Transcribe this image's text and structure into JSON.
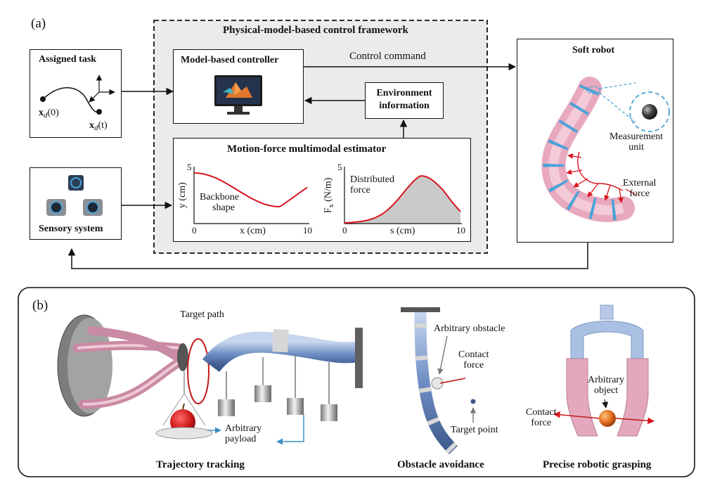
{
  "panel_a": {
    "label": "(a)",
    "framework_title": "Physical-model-based control framework",
    "assigned_task": {
      "title": "Assigned task",
      "start_label": "x",
      "start_sub": "d",
      "start_arg": "(0)",
      "end_label": "x",
      "end_sub": "d",
      "end_arg": "(t)"
    },
    "controller": {
      "title": "Model-based controller"
    },
    "environment": {
      "line1": "Environment",
      "line2": "information"
    },
    "control_command": "Control command",
    "estimator": {
      "title": "Motion-force multimodal estimator",
      "plot_left": {
        "y_label": "y (cm)",
        "x_label": "x (cm)",
        "y_tick_top": "5",
        "x_tick_left": "0",
        "x_tick_right": "10",
        "annotation_line1": "Backbone",
        "annotation_line2": "shape"
      },
      "plot_right": {
        "y_label_main": "F",
        "y_label_sub": "x",
        "y_label_unit": " (N/m)",
        "x_label": "s (cm)",
        "y_tick_top": "5",
        "x_tick_left": "0",
        "x_tick_right": "10",
        "annotation_line1": "Distributed",
        "annotation_line2": "force"
      }
    },
    "sensory": {
      "title": "Sensory system"
    },
    "soft_robot": {
      "title": "Soft robot",
      "measurement_line1": "Measurement",
      "measurement_line2": "unit",
      "external_line1": "External",
      "external_line2": "force"
    }
  },
  "panel_b": {
    "label": "(b)",
    "target_path": "Target path",
    "payload_line1": "Arbitrary",
    "payload_line2": "payload",
    "trajectory_caption": "Trajectory tracking",
    "obstacle": "Arbitrary obstacle",
    "contact_force_line1": "Contact",
    "contact_force_line2": "force",
    "target_point": "Target point",
    "obstacle_caption": "Obstacle avoidance",
    "object_line1": "Arbitrary",
    "object_line2": "object",
    "grasp_contact_line1": "Contact",
    "grasp_contact_line2": "force",
    "grasping_caption": "Precise robotic grasping"
  },
  "colors": {
    "curve": "#d9141e",
    "robot_pink": "#e8a9bf",
    "robot_blue": "#6f8fc4",
    "ring_blue": "#4aa3d8",
    "panel_gray": "#ebebeb"
  }
}
